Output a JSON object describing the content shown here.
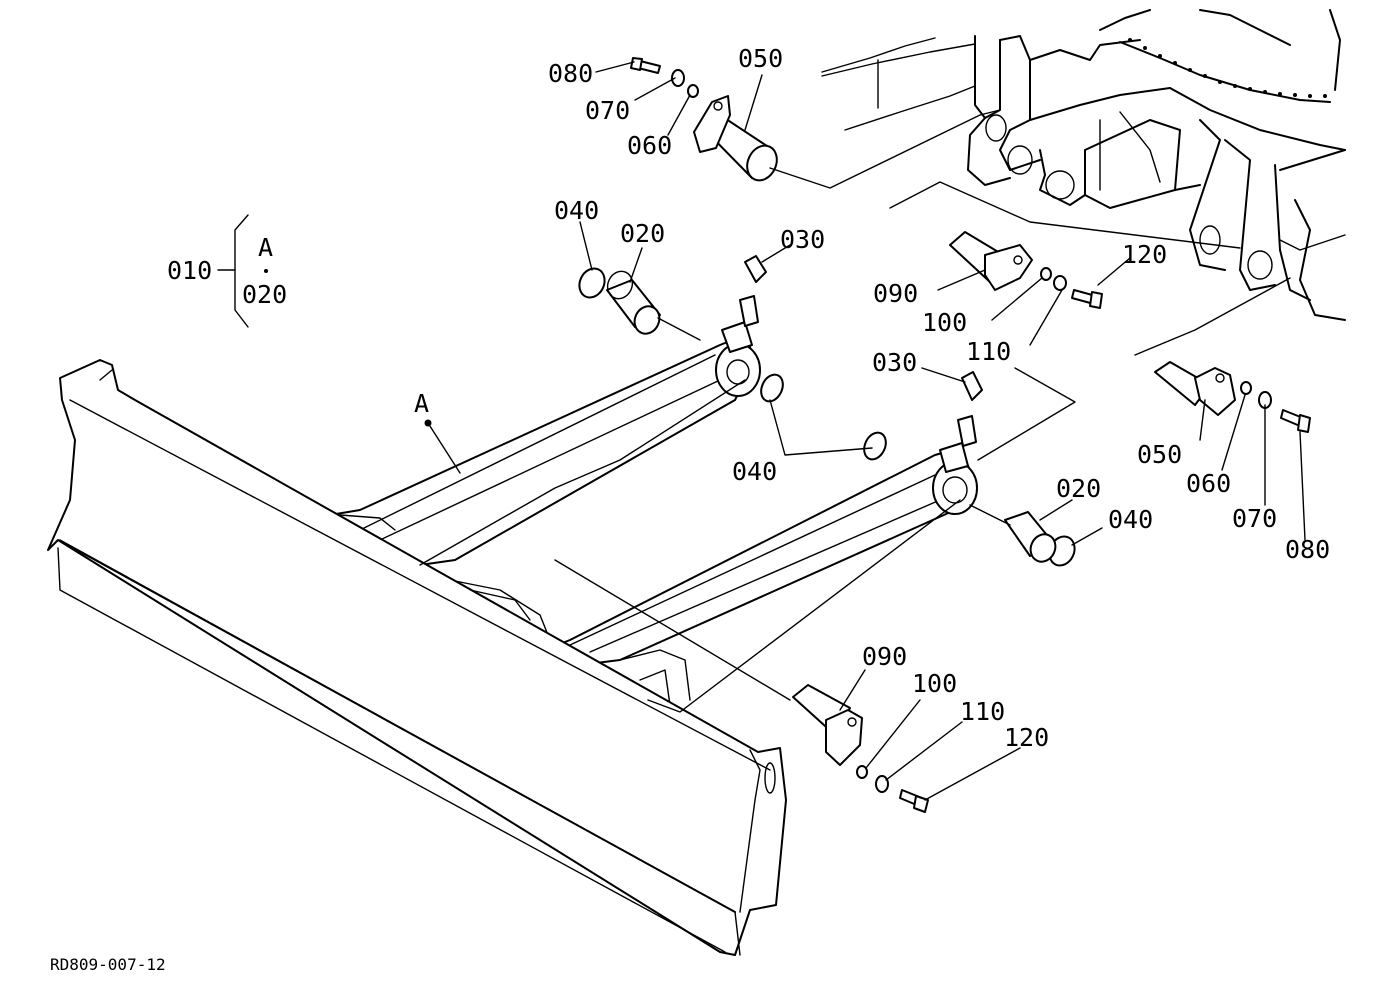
{
  "labels": {
    "p050_top": "050",
    "p080_top": "080",
    "p070_top": "070",
    "p060_top": "060",
    "p040_a": "040",
    "p020_a": "020",
    "p030_a": "030",
    "p010": "010",
    "asm_A": "A",
    "asm_020": "020",
    "callout_A": "A",
    "p090_r": "090",
    "p100_r": "100",
    "p110_r": "110",
    "p120_r": "120",
    "p030_b": "030",
    "p040_b": "040",
    "p050_r": "050",
    "p060_r": "060",
    "p070_r": "070",
    "p080_r": "080",
    "p020_b": "020",
    "p040_c": "040",
    "p090_b": "090",
    "p100_b": "100",
    "p110_b": "110",
    "p120_b": "120"
  },
  "drawing_code": "RD809-007-12"
}
